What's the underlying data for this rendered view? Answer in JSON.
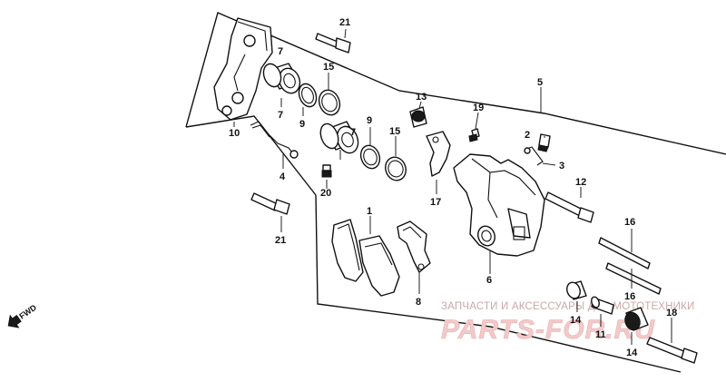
{
  "diagram": {
    "callouts": {
      "c21_top": "21",
      "c7_top": "7",
      "c15_top": "15",
      "c9_top": "9",
      "c10": "10",
      "c7_mid": "7",
      "c9_mid": "9",
      "c15_mid": "15",
      "c4": "4",
      "c20": "20",
      "c13": "13",
      "c19": "19",
      "c5": "5",
      "c2": "2",
      "c3": "3",
      "c17": "17",
      "c12": "12",
      "c21_bottom": "21",
      "c1": "1",
      "c8": "8",
      "c6": "6",
      "c16_top": "16",
      "c16_bottom": "16",
      "c14_top": "14",
      "c11": "11",
      "c18": "18",
      "c14_bottom": "14"
    },
    "direction_label": "FWD"
  },
  "watermark": {
    "caption": "ЗАПЧАСТИ И АКСЕССУАРЫ ДЛЯ МОТОТЕХНИКИ",
    "brand": "PARTS-FOR.RU"
  }
}
